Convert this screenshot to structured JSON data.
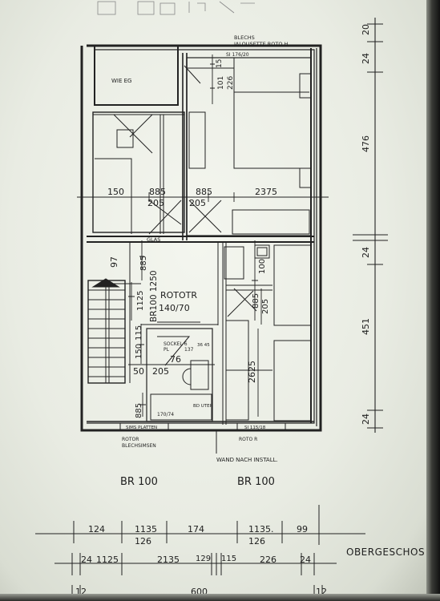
{
  "plan": {
    "labels": {
      "wie_eg": "WIE EG",
      "blechs": "BLECHS",
      "jalousette": "JALOUSETTE ROTO H",
      "si_top": "SI 176/20",
      "glas": "GLAS",
      "rototr": "ROTOTR",
      "rototr_size": "140/70",
      "br100_vert": "BR100 1250",
      "sockel": "SOCKEL 6",
      "pl": "PL",
      "pl_val": "137",
      "sockel_box": "36 45",
      "bath_size": "170/74",
      "bd_uter": "BD UTER",
      "sims_platten": "SIMS PLATTEN",
      "si_bottom": "SI 115/18",
      "roto_left": "ROTOR",
      "blechsimsen": "BLECHSIMSEN",
      "roto_right": "ROTO R",
      "wand": "WAND NACH INSTALL.",
      "br100_left": "BR 100",
      "br100_right": "BR 100",
      "title": "OBERGESCHOS"
    },
    "dims": {
      "d15": "15",
      "d101": "101",
      "d226v": "226",
      "d150": "150",
      "d88a": "885",
      "d205a": "205",
      "d88b": "885",
      "d205b": "205",
      "d237": "2375",
      "d97": "97",
      "d88c": "885",
      "d112": "1125",
      "d100": "100",
      "d88d": "885",
      "d205v": "205",
      "d150b": "150",
      "d115": "115",
      "d76": "76",
      "d50": "50",
      "d205c": "205",
      "d262": "2625",
      "d88e": "885"
    },
    "right_dims": [
      "20",
      "24",
      "476",
      "24",
      "451",
      "24"
    ],
    "bottom_row1": [
      "124",
      "1135",
      "174",
      "1135.",
      "99"
    ],
    "bottom_row2": [
      "126",
      "126"
    ],
    "bottom_row3": [
      "24",
      "1125",
      "2135",
      "129",
      "115",
      "226",
      "24"
    ],
    "bottom_row4": [
      "12",
      "600",
      "12"
    ]
  }
}
